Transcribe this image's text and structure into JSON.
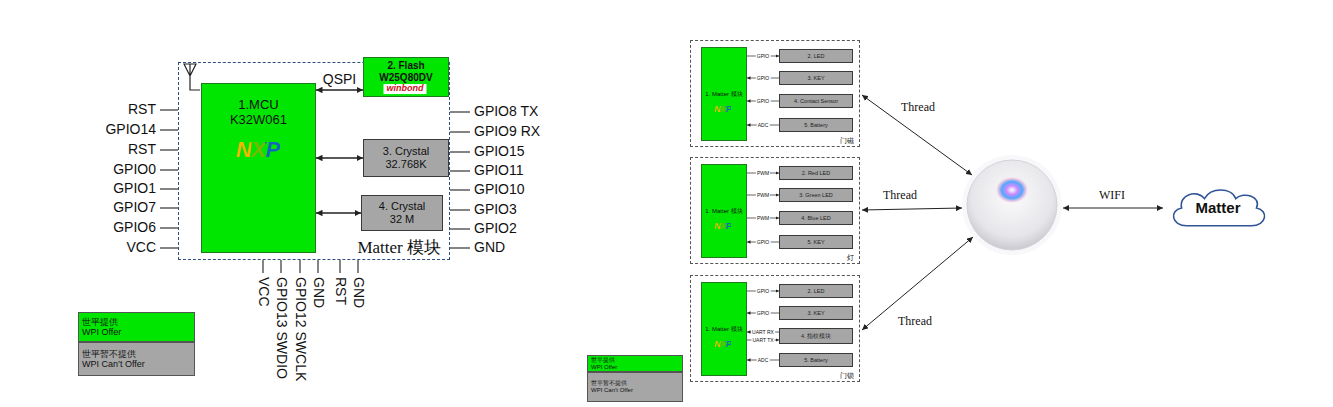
{
  "diagram": {
    "nodes": [
      {
        "text": [
          "Matter 模块"
        ]
      },
      {
        "text": [
          "1.MCU K32W061"
        ],
        "in": 0
      },
      {
        "text": [
          "2. Flash W25Q80DV"
        ],
        "in": 0
      },
      {
        "text": [
          "3. Crystal 32.768K"
        ],
        "in": 0
      },
      {
        "text": [
          "4. Crystal 32 M"
        ],
        "in": 0
      },
      {
        "text": [
          "门磁"
        ]
      },
      {
        "text": [
          "1. Matter 模块"
        ],
        "in": 5
      },
      {
        "text": [
          "2. LED"
        ],
        "in": 5
      },
      {
        "text": [
          "3. KEY"
        ],
        "in": 5
      },
      {
        "text": [
          "4. Contact Sensor"
        ],
        "in": 5
      },
      {
        "text": [
          "5. Battery"
        ],
        "in": 5
      },
      {
        "text": [
          "灯"
        ]
      },
      {
        "text": [
          "1. Matter 模块"
        ],
        "in": 11
      },
      {
        "text": [
          "2. Red LED"
        ],
        "in": 11
      },
      {
        "text": [
          "3. Green LED"
        ],
        "in": 11
      },
      {
        "text": [
          "4. Blue LED"
        ],
        "in": 11
      },
      {
        "text": [
          "5. KEY"
        ],
        "in": 11
      },
      {
        "text": [
          "门锁"
        ]
      },
      {
        "text": [
          "1. Matter 模块"
        ],
        "in": 17
      },
      {
        "text": [
          "2. LED"
        ],
        "in": 17
      },
      {
        "text": [
          "3. KEY"
        ],
        "in": 17
      },
      {
        "text": [
          "4. 指纹模块"
        ],
        "in": 17
      },
      {
        "text": [
          "5. Battery"
        ],
        "in": 17
      },
      {
        "text": [
          "Matter"
        ]
      }
    ],
    "edges": [
      {
        "from": 1,
        "to": 2,
        "arrow": "both",
        "label": "QSPI"
      },
      {
        "from": 1,
        "to": 3,
        "arrow": "both"
      },
      {
        "from": 1,
        "to": 4,
        "arrow": "both"
      },
      {
        "from": 6,
        "to": 7,
        "arrow": "to",
        "label": "GPIO"
      },
      {
        "from": 8,
        "to": 6,
        "arrow": "to",
        "label": "GPIO"
      },
      {
        "from": 9,
        "to": 6,
        "arrow": "to",
        "label": "GPIO"
      },
      {
        "from": 10,
        "to": 6,
        "arrow": "to",
        "label": "ADC"
      },
      {
        "from": 12,
        "to": 13,
        "arrow": "to",
        "label": "PWM"
      },
      {
        "from": 12,
        "to": 14,
        "arrow": "to",
        "label": "PWM"
      },
      {
        "from": 12,
        "to": 15,
        "arrow": "to",
        "label": "PWM"
      },
      {
        "from": 16,
        "to": 12,
        "arrow": "to",
        "label": "GPIO"
      },
      {
        "from": 18,
        "to": 19,
        "arrow": "to",
        "label": "GPIO"
      },
      {
        "from": 20,
        "to": 18,
        "arrow": "to",
        "label": "GPIO"
      },
      {
        "from": 21,
        "to": 18,
        "arrow": "to",
        "label": "UART RX"
      },
      {
        "from": 18,
        "to": 21,
        "arrow": "to",
        "label": "UART TX"
      },
      {
        "from": 22,
        "to": 18,
        "arrow": "to",
        "label": "ADC"
      }
    ],
    "labels": [
      "RST",
      "GPIO14",
      "RST",
      "GPIO0",
      "GPIO1",
      "GPIO7",
      "GPIO6",
      "VCC",
      "GPIO8 TX",
      "GPIO9 RX",
      "GPIO15",
      "GPIO11",
      "GPIO10",
      "GPIO3",
      "GPIO2",
      "GND",
      "VCC",
      "GPIO13 SWDIO",
      "GPIO12 SWCLK",
      "GND",
      "RST",
      "GND",
      "NXP",
      "winbond",
      "NXP",
      "NXP",
      "NXP",
      "Thread",
      "Thread",
      "Thread",
      "WIFI"
    ],
    "legend": [
      {
        "text": "世平提供 WPI Offer",
        "color": "#00e600"
      },
      {
        "text": "世平暂不提供 WPI Can’t Offer",
        "color": "#a6a6a6"
      },
      {
        "text": "世平提供 WPI Offer",
        "color": "#00e600"
      },
      {
        "text": "世平暂不提供 WPI Can’t Offer",
        "color": "#a6a6a6"
      }
    ]
  }
}
